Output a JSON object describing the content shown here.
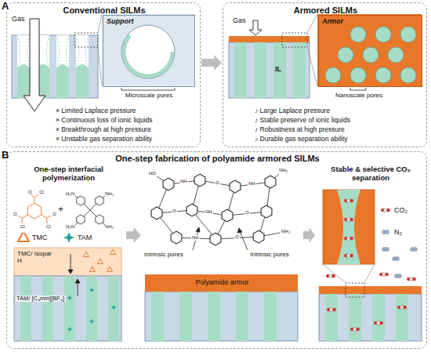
{
  "diagram": {
    "nodes": [
      {
        "text": [
          "Conventional SILMs",
          "× Limited Laplace pressure",
          "× Continuous loss of ionic liquids",
          "× Breakthrough at high pressure",
          "× Unstable gas separation ability"
        ]
      },
      {
        "text": [
          "Support"
        ],
        "in": 0
      },
      {
        "text": [
          "Armored SILMs",
          "♪ Large Laplace pressure",
          "♪ Stable preserve of ionic liquids",
          "♪ Robustness at high pressure",
          "♪ Durable gas separation ability"
        ]
      },
      {
        "text": [
          "Armor"
        ],
        "in": 2
      },
      {
        "text": [
          "One-step fabrication of polyamide armored SILMs"
        ]
      },
      {
        "text": [
          "One-step interfacial polymerization"
        ],
        "in": 4
      },
      {
        "text": [
          "Polyamide armor"
        ],
        "in": 4
      },
      {
        "text": [
          "Stable & selective CO₂ separation"
        ],
        "in": 4
      }
    ],
    "edges": [
      {
        "from": 0,
        "to": 2,
        "arrow": "to"
      },
      {
        "from": 5,
        "to": 6,
        "arrow": "to"
      },
      {
        "from": 6,
        "to": 7,
        "arrow": "to"
      }
    ],
    "labels": [
      "A",
      "B",
      "Gas",
      "Microscale pores",
      "Gas",
      "IL",
      "Nanoscale pores",
      "+",
      "O",
      "Cl",
      "O",
      "Cl",
      "O",
      "Cl",
      "H₂N",
      "NH₂",
      "H₂N",
      "NH₂",
      "TMC/ Isopar H",
      "TAM/ [C₄min][BF₄]",
      "Intrinsic pores",
      "Intrinsic pores",
      "HO",
      "NH",
      "O",
      "NH",
      "O",
      "NH",
      "O",
      "NH",
      "O",
      "NH₂",
      "NH₂"
    ],
    "legend": [
      {
        "text": "TMC"
      },
      {
        "text": "TAM"
      },
      {
        "text": "CO₂"
      },
      {
        "text": "N₂"
      }
    ]
  }
}
